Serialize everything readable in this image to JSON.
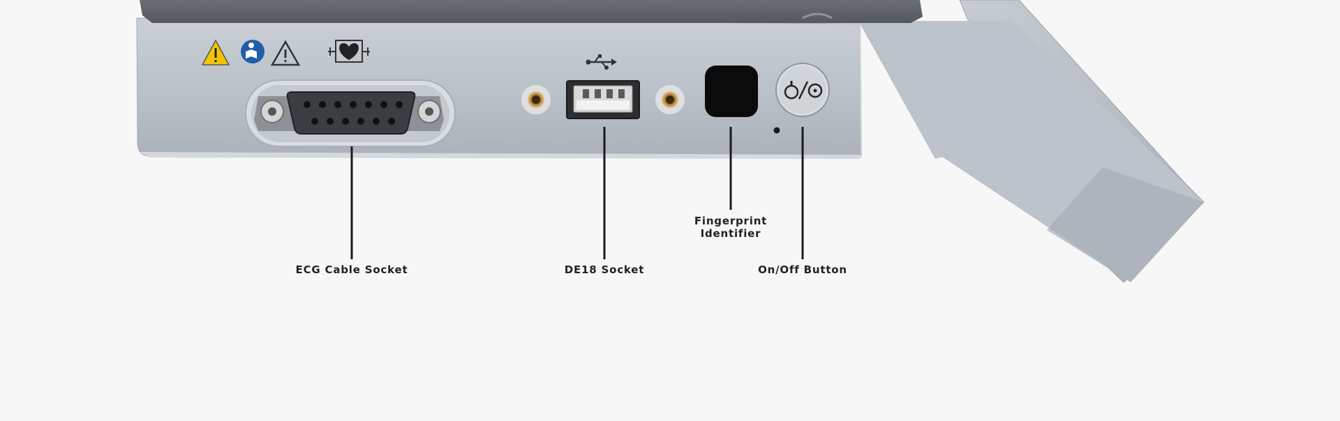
{
  "callouts": {
    "ecg_socket": {
      "label": "ECG Cable Socket"
    },
    "usb_socket": {
      "label": "DE18 Socket"
    },
    "fingerprint": {
      "line1": "Fingerprint",
      "line2": "Identifier"
    },
    "power_button": {
      "label": "On/Off Button"
    }
  },
  "colors": {
    "background": "#f7f7f7",
    "device_body": "#b9c0c7",
    "screen": "#5f646a",
    "leader_line": "#1a1a1a",
    "label_text": "#222222",
    "warning_yellow": "#f2c500",
    "info_blue": "#1f5fa8"
  },
  "icons": [
    "warning-triangle-icon",
    "read-manual-icon",
    "caution-triangle-icon",
    "ecg-heart-icon",
    "usb-icon",
    "power-toggle-icon"
  ]
}
